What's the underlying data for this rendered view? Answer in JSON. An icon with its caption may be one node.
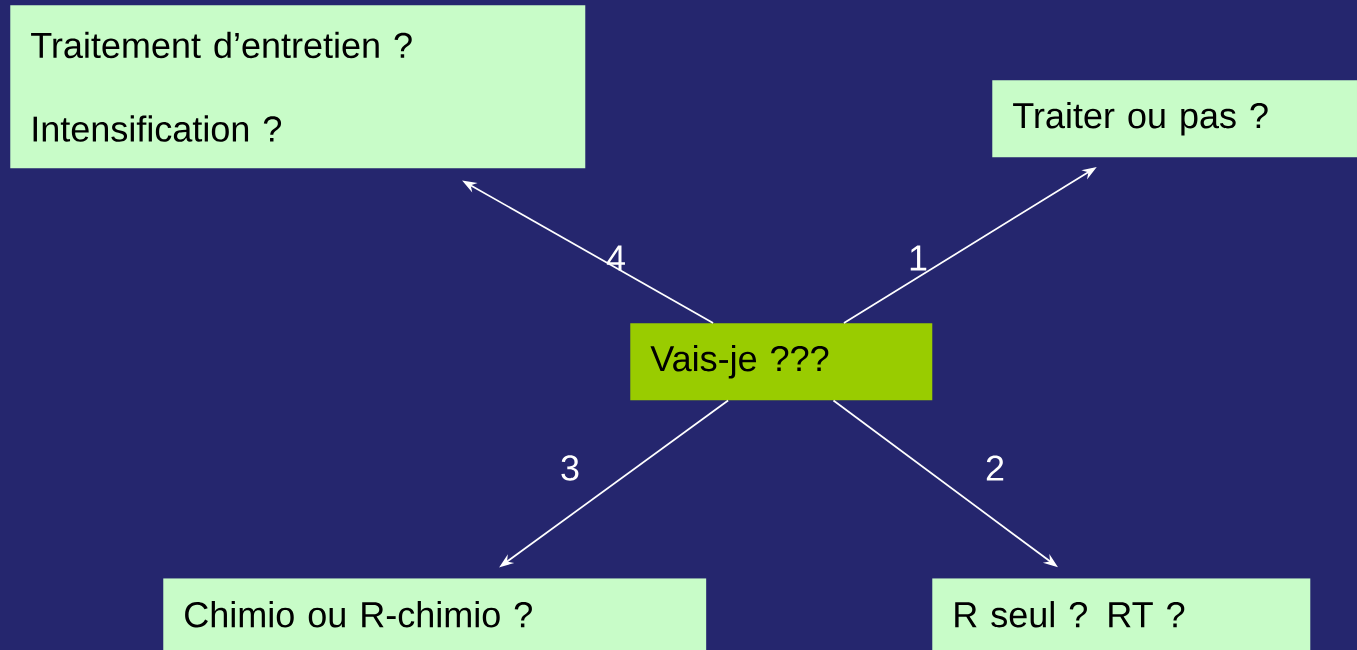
{
  "diagram": {
    "nodes": [
      {
        "text": [
          "Traitement d’entretien ?",
          "Intensification ?"
        ]
      },
      {
        "text": [
          "Traiter ou pas ?"
        ]
      },
      {
        "text": [
          "Vais-je ???"
        ]
      },
      {
        "text": [
          "Chimio ou R-chimio ?"
        ]
      },
      {
        "text": [
          "R seul ? RT ?"
        ]
      }
    ],
    "edges": [
      {
        "from": 2,
        "to": 1,
        "arrow": "to",
        "label": "1"
      },
      {
        "from": 2,
        "to": 4,
        "arrow": "to",
        "label": "2"
      },
      {
        "from": 2,
        "to": 3,
        "arrow": "to",
        "label": "3"
      },
      {
        "from": 2,
        "to": 0,
        "arrow": "to",
        "label": "4"
      }
    ]
  }
}
